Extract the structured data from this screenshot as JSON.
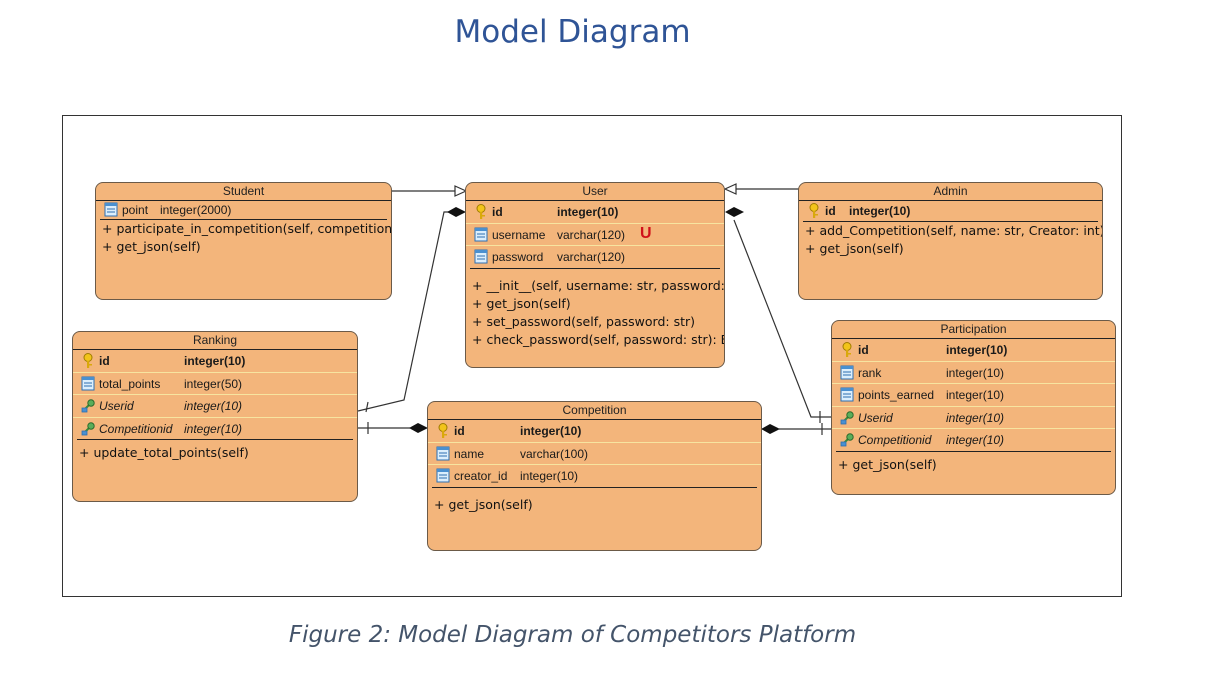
{
  "title": "Model Diagram",
  "caption": "Figure 2: Model Diagram of Competitors Platform",
  "classes": {
    "student": {
      "name": "Student",
      "attrs": [
        {
          "name": "point",
          "type": "integer(2000)"
        }
      ],
      "ops": [
        "+ participate_in_competition(self, competition)",
        "+ get_json(self)"
      ]
    },
    "user": {
      "name": "User",
      "attrs": [
        {
          "name": "id",
          "type": "integer(10)"
        },
        {
          "name": "username",
          "type": "varchar(120)"
        },
        {
          "name": "password",
          "type": "varchar(120)"
        }
      ],
      "unique_marker": "U",
      "ops": [
        "+ __init__(self, username: str, password: str)",
        "+ get_json(self)",
        "+ set_password(self, password: str)",
        "+ check_password(self, password: str): Bool"
      ]
    },
    "admin": {
      "name": "Admin",
      "attrs": [
        {
          "name": "id",
          "type": "integer(10)"
        }
      ],
      "ops": [
        "+ add_Competition(self, name: str, Creator: int)",
        "+ get_json(self)"
      ]
    },
    "ranking": {
      "name": "Ranking",
      "attrs": [
        {
          "name": "id",
          "type": "integer(10)"
        },
        {
          "name": "total_points",
          "type": "integer(50)"
        },
        {
          "name": "Userid",
          "type": "integer(10)"
        },
        {
          "name": "Competitionid",
          "type": "integer(10)"
        }
      ],
      "ops": [
        "+ update_total_points(self)"
      ]
    },
    "competition": {
      "name": "Competition",
      "attrs": [
        {
          "name": "id",
          "type": "integer(10)"
        },
        {
          "name": "name",
          "type": "varchar(100)"
        },
        {
          "name": "creator_id",
          "type": "integer(10)"
        }
      ],
      "ops": [
        "+ get_json(self)"
      ]
    },
    "participation": {
      "name": "Participation",
      "attrs": [
        {
          "name": "id",
          "type": "integer(10)"
        },
        {
          "name": "rank",
          "type": "integer(10)"
        },
        {
          "name": "points_earned",
          "type": "integer(10)"
        },
        {
          "name": "Userid",
          "type": "integer(10)"
        },
        {
          "name": "Competitionid",
          "type": "integer(10)"
        }
      ],
      "ops": [
        "+ get_json(self)"
      ]
    }
  },
  "icons": {
    "primary_key": "key-icon",
    "column": "column-icon",
    "foreign_key": "foreign-key-icon"
  },
  "colors": {
    "class_fill": "#f3b57b",
    "title": "#2f5496",
    "caption": "#44546a",
    "unique": "#d0121a"
  }
}
